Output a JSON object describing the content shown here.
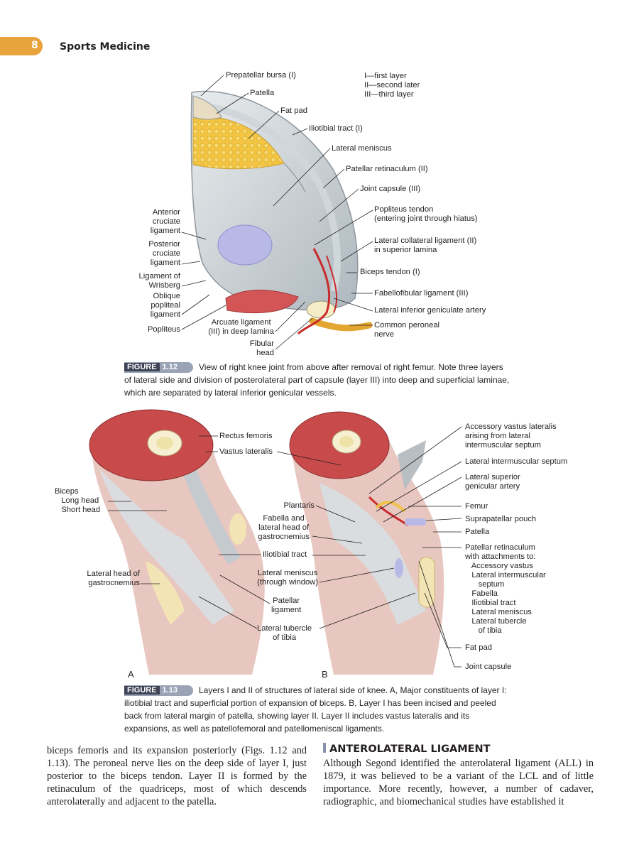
{
  "header": {
    "page_number": "8",
    "running_head": "Sports Medicine"
  },
  "figure_1_12": {
    "key_lines": [
      "I—first layer",
      "II—second later",
      "III—third layer"
    ],
    "labels": {
      "prepatellar_bursa": "Prepatellar bursa (I)",
      "patella": "Patella",
      "fat_pad": "Fat pad",
      "iliotibial_tract": "Iliotibial tract (I)",
      "lateral_meniscus": "Lateral meniscus",
      "patellar_retinaculum": "Patellar retinaculum (II)",
      "joint_capsule": "Joint capsule (III)",
      "popliteus_tendon": "Popliteus tendon\n(entering joint through hiatus)",
      "lateral_collateral": "Lateral collateral ligament (II)\nin superior lamina",
      "biceps_tendon": "Biceps tendon (I)",
      "fabellofibular": "Fabellofibular ligament (III)",
      "lateral_inferior_geniculate": "Lateral inferior geniculate artery",
      "common_peroneal": "Common peroneal\nnerve",
      "anterior_cruciate": "Anterior\ncruciate\nligament",
      "posterior_cruciate": "Posterior\ncruciate\nligament",
      "ligament_wrisberg": "Ligament of\nWrisberg",
      "oblique_popliteal": "Oblique\npopliteal\nligament",
      "popliteus": "Popliteus",
      "arcuate_ligament": "Arcuate ligament\n(III) in deep lamina",
      "fibular_head": "Fibular\nhead"
    },
    "caption_fig": "FIGURE",
    "caption_num": "1.12",
    "caption_text": "View of right knee joint from above after removal of right femur. Note three layers of lateral side and division of posterolateral part of capsule (layer III) into deep and superficial laminae, which are separated by lateral inferior genicular vessels."
  },
  "figure_1_13": {
    "labels_a": {
      "rectus_femoris": "Rectus femoris",
      "vastus_lateralis": "Vastus lateralis",
      "biceps": "Biceps\n   Long head\n   Short head",
      "lateral_head_gastrocnemius": "Lateral head of\ngastrocnemius",
      "iliotibial_tract": "Iliotibial tract",
      "patellar_ligament": "Patellar\nligament",
      "lateral_tubercle": "Lateral tubercle\nof tibia"
    },
    "labels_b": {
      "accessory_vastus": "Accessory vastus lateralis\narising from lateral\nintermuscular septum",
      "lateral_intermuscular_septum": "Lateral intermuscular septum",
      "lateral_superior_geniculate": "Lateral superior\ngenicular artery",
      "plantaris": "Plantaris",
      "fabella": "Fabella and\nlateral head of\ngastrocnemius",
      "femur": "Femur",
      "suprapatellar_pouch": "Suprapatellar pouch",
      "patella": "Patella",
      "lateral_meniscus": "Lateral meniscus\n(through window)",
      "patellar_retinaculum": "Patellar retinaculum\nwith attachments to:\n   Accessory vastus\n   Lateral intermuscular\n      septum\n   Fabella\n   Iliotibial tract\n   Lateral meniscus\n   Lateral tubercle\n      of tibia",
      "fat_pad": "Fat pad",
      "joint_capsule": "Joint capsule"
    },
    "panel_a": "A",
    "panel_b": "B",
    "caption_fig": "FIGURE",
    "caption_num": "1.13",
    "caption_text": "Layers I and II of structures of lateral side of knee. A, Major constituents of layer I: iliotibial tract and superficial portion of expansion of biceps. B, Layer I has been incised and peeled back from lateral margin of patella, showing layer II. Layer II includes vastus lateralis and its expansions, as well as patellofemoral and patellomeniscal ligaments."
  },
  "body": {
    "left_paragraph": "biceps femoris and its expansion posteriorly (Figs. 1.12 and 1.13). The peroneal nerve lies on the deep side of layer I, just posterior to the biceps tendon. Layer II is formed by the retinaculum of the quadriceps, most of which descends anterolaterally and adjacent to the patella.",
    "section_heading": "ANTEROLATERAL LIGAMENT",
    "right_paragraph": "Although Segond identified the anterolateral ligament (ALL) in 1879, it was believed to be a variant of the LCL and of little importance. More recently, however, a number of cadaver, radiographic, and biomechanical studies have established it"
  }
}
